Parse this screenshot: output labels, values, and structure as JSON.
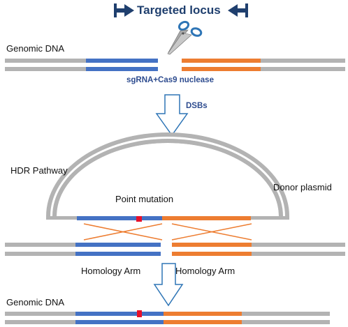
{
  "title": "Targeted locus",
  "labels": {
    "genomic_dna_top": "Genomic DNA",
    "sgrna": "sgRNA+Cas9 nuclease",
    "dsbs": "DSBs",
    "hdr": "HDR Pathway",
    "donor": "Donor plasmid",
    "point_mutation": "Point mutation",
    "homology_arm_left": "Homology Arm",
    "homology_arm_right": "Homology Arm",
    "genomic_dna_bottom": "Genomic DNA"
  },
  "colors": {
    "gray": "#b3b3b3",
    "blue": "#4472c4",
    "orange": "#ed7d31",
    "navy": "#1f3f6e",
    "label_blue": "#2e4c8f",
    "arrow": "#2e75b6",
    "mutation": "#e8102a"
  },
  "icons": {
    "scissors": "scissors-icon",
    "left_arrow": "arrow-right-icon",
    "right_arrow": "arrow-left-icon"
  }
}
